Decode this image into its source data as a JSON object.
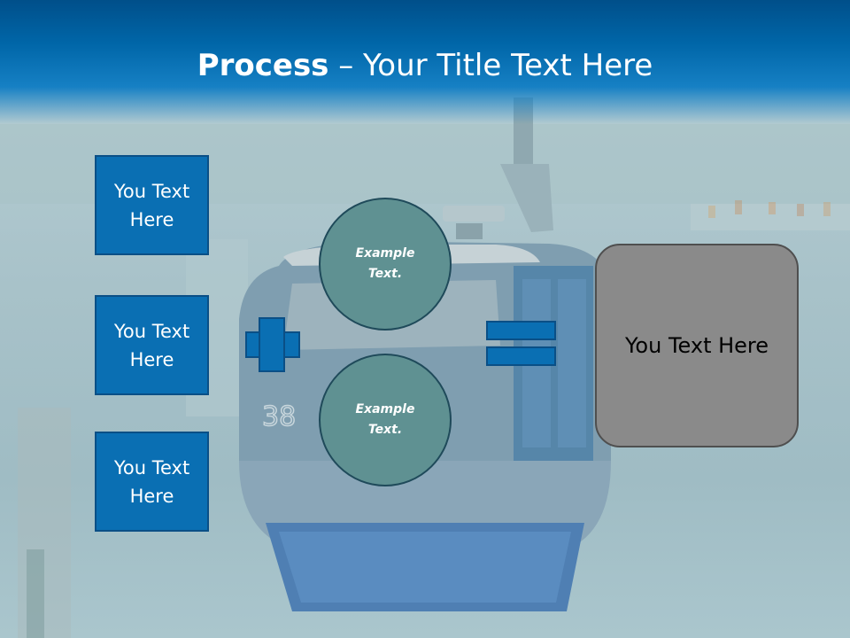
{
  "slide": {
    "title_bold": "Process",
    "title_rest": " – Your Title Text Here"
  },
  "left_boxes": [
    {
      "label": "You Text Here"
    },
    {
      "label": "You Text Here"
    },
    {
      "label": "You Text Here"
    }
  ],
  "circles": [
    {
      "label": "Example Text."
    },
    {
      "label": "Example Text."
    }
  ],
  "result_box": {
    "label": "You Text Here"
  },
  "photo": {
    "cabin_number": "38"
  },
  "icons": {
    "operator_plus": "plus-icon",
    "operator_equals": "equals-icon"
  },
  "colors": {
    "accent_blue": "#0a6fb3",
    "circle_teal": "#5f9192",
    "result_gray": "#8a8a8a",
    "header_blue": "#0066a8"
  }
}
